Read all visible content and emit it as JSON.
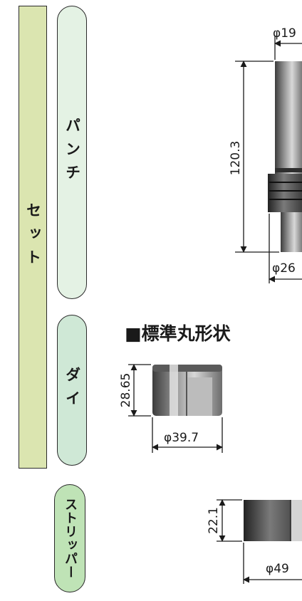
{
  "labels": {
    "set": "セット",
    "punch": "パンチ",
    "die": "ダイ",
    "stripper": "ストリッパー"
  },
  "heading": "■標準丸形状",
  "dimensions": {
    "punch_top_diameter": "φ19",
    "punch_length": "120.3",
    "punch_bottom_diameter": "φ26",
    "die_height": "28.65",
    "die_diameter": "φ39.7",
    "stripper_height": "22.1",
    "stripper_diameter": "φ49"
  },
  "colors": {
    "set_bar": "#dbe5b0",
    "punch_bar": "#e4f2e4",
    "die_bar": "#cfe8d6",
    "stripper_bar": "#bfe3b6"
  }
}
